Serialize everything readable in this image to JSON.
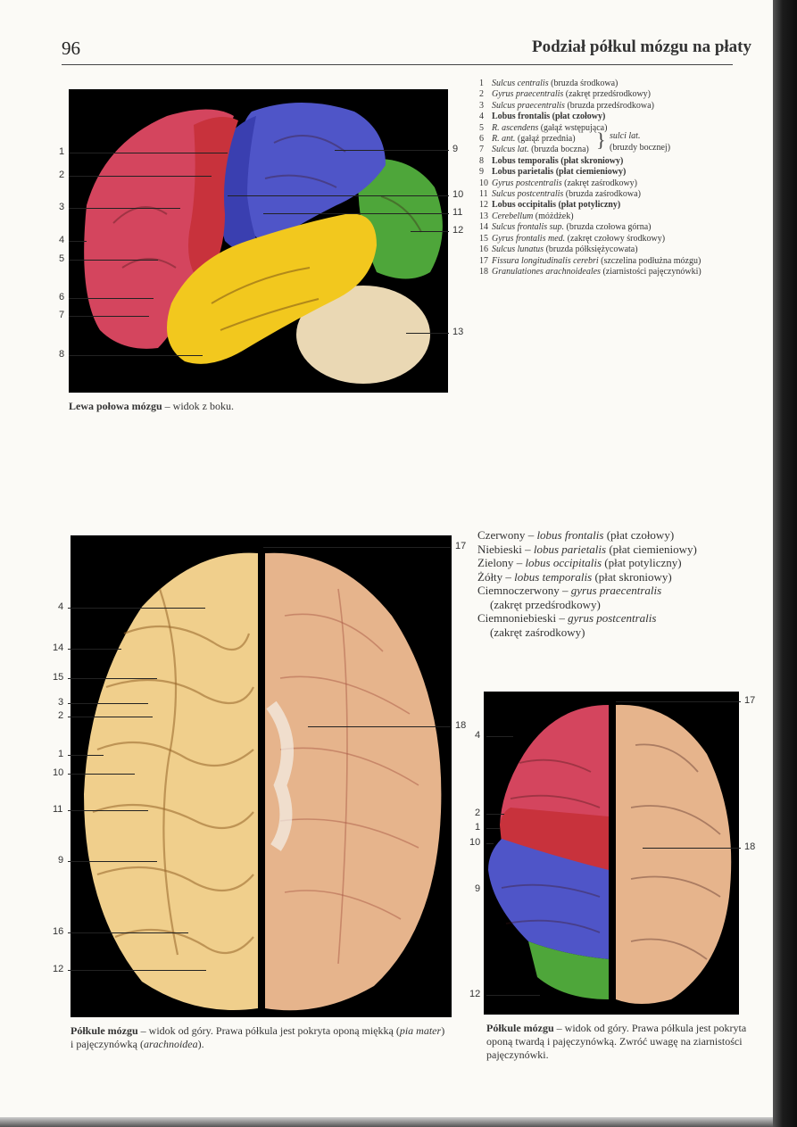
{
  "header": {
    "page_number": "96",
    "title": "Podział półkul mózgu na płaty"
  },
  "figure1": {
    "caption_bold": "Lewa połowa mózgu",
    "caption_rest": " – widok z boku.",
    "labels_left": [
      "1",
      "2",
      "3",
      "4",
      "5",
      "6",
      "7",
      "8"
    ],
    "labels_right": [
      "9",
      "10",
      "11",
      "12",
      "13"
    ],
    "legend": [
      {
        "n": "1",
        "latin": "Sulcus centralis",
        "pl": " (bruzda środkowa)",
        "bold": false
      },
      {
        "n": "2",
        "latin": "Gyrus praecentralis",
        "pl": " (zakręt przedśrodkowy)",
        "bold": false
      },
      {
        "n": "3",
        "latin": "Sulcus praecentralis",
        "pl": " (bruzda przedśrodkowa)",
        "bold": false
      },
      {
        "n": "4",
        "latin": "Lobus frontalis",
        "pl": " (płat czołowy)",
        "bold": true
      },
      {
        "n": "5",
        "latin": "R. ascendens",
        "pl": " (gałąź wstępująca)",
        "bold": false
      },
      {
        "n": "6",
        "latin": "R. ant.",
        "pl": " (gałąź przednia)",
        "bold": false
      },
      {
        "n": "7",
        "latin": "Sulcus lat.",
        "pl": " (bruzda boczna)",
        "bold": false
      },
      {
        "n": "8",
        "latin": "Lobus temporalis",
        "pl": " (płat skroniowy)",
        "bold": true
      },
      {
        "n": "9",
        "latin": "Lobus parietalis",
        "pl": " (płat ciemieniowy)",
        "bold": true
      },
      {
        "n": "10",
        "latin": "Gyrus postcentralis",
        "pl": " (zakręt zaśrodkowy)",
        "bold": false
      },
      {
        "n": "11",
        "latin": "Sulcus postcentralis",
        "pl": " (bruzda zaśrodkowa)",
        "bold": false
      },
      {
        "n": "12",
        "latin": "Lobus occipitalis",
        "pl": " (płat potyliczny)",
        "bold": true
      },
      {
        "n": "13",
        "latin": "Cerebellum",
        "pl": " (móżdżek)",
        "bold": false
      },
      {
        "n": "14",
        "latin": "Sulcus frontalis sup.",
        "pl": " (bruzda czołowa górna)",
        "bold": false
      },
      {
        "n": "15",
        "latin": "Gyrus frontalis med.",
        "pl": " (zakręt czołowy środkowy)",
        "bold": false
      },
      {
        "n": "16",
        "latin": "Sulcus lunatus",
        "pl": " (bruzda półksiężycowata)",
        "bold": false
      },
      {
        "n": "17",
        "latin": "Fissura longitudinalis cerebri",
        "pl": " (szczelina podłużna mózgu)",
        "bold": false
      },
      {
        "n": "18",
        "latin": "Granulationes arachnoideales",
        "pl": " (ziarnistości pajęczynówki)",
        "bold": false
      }
    ],
    "brace_latin": "sulci lat.",
    "brace_pl": "(bruzdy bocznej)"
  },
  "color_legend": [
    {
      "color": "Czerwony",
      "latin": "lobus frontalis",
      "pl": "(płat czołowy)"
    },
    {
      "color": "Niebieski",
      "latin": "lobus parietalis",
      "pl": "(płat ciemieniowy)"
    },
    {
      "color": "Zielony",
      "latin": "lobus occipitalis",
      "pl": "(płat potyliczny)"
    },
    {
      "color": "Żółty",
      "latin": "lobus temporalis",
      "pl": "(płat skroniowy)"
    },
    {
      "color": "Ciemnoczerwony",
      "latin": "gyrus praecentralis",
      "pl": "(zakręt przedśrodkowy)"
    },
    {
      "color": "Ciemnoniebieski",
      "latin": "gyrus postcentralis",
      "pl": "(zakręt zaśrodkowy)"
    }
  ],
  "figure2": {
    "labels_left": [
      "4",
      "14",
      "15",
      "3",
      "2",
      "1",
      "10",
      "11",
      "9",
      "16",
      "12"
    ],
    "label_right_top": "17",
    "label_right_mid": "18",
    "caption_bold": "Półkule mózgu",
    "caption_rest": " – widok od góry. Prawa półkula jest pokryta oponą miękką (",
    "caption_it1": "pia mater",
    "caption_mid": ") i pajęczynówką (",
    "caption_it2": "arachnoidea",
    "caption_end": ")."
  },
  "figure3": {
    "labels_left": [
      "4",
      "2",
      "1",
      "10",
      "9",
      "12"
    ],
    "label_right_top": "17",
    "label_right_mid": "18",
    "caption_bold": "Półkule mózgu",
    "caption_rest": " – widok od góry. Prawa półkula jest pokryta oponą twardą i pajęczynówką. Zwróć uwagę na ziarnistości pajęczynówki."
  },
  "colors": {
    "frontal_red": "#d4455e",
    "precentral_dark_red": "#c8323c",
    "parietal_blue": "#4f55c8",
    "postcentral_dark_blue": "#3a3fb0",
    "occipital_green": "#4ea63a",
    "temporal_yellow": "#f2c81e",
    "cerebellum_cream": "#ead8b4",
    "brain_tan": "#f0cf8c",
    "meninges_pink": "#e6b48c",
    "photo_background": "#000000"
  }
}
